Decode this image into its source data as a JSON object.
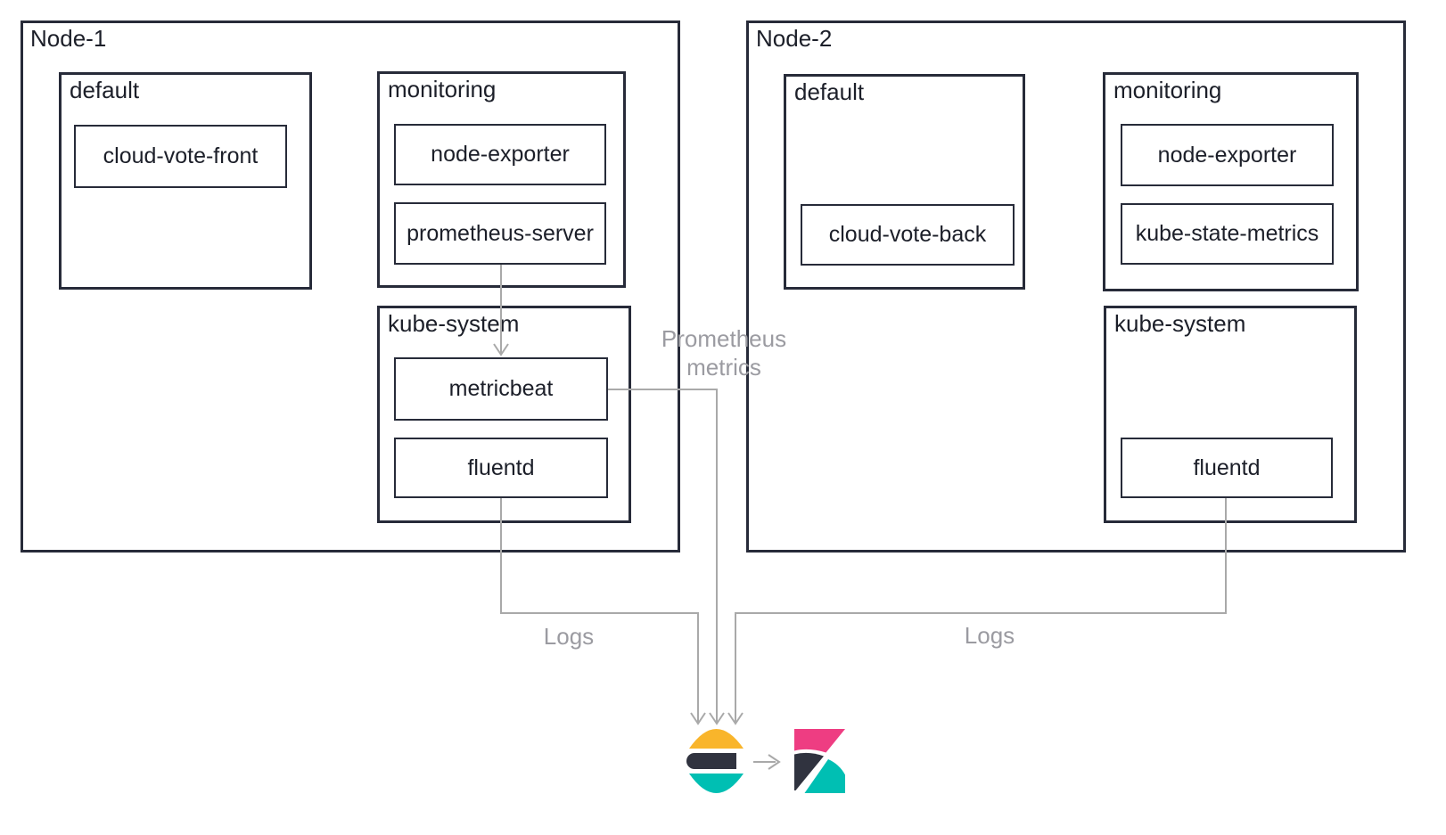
{
  "colors": {
    "elastic_yellow": "#F9B52B",
    "elastic_teal": "#00BFB3",
    "elastic_ink": "#30333F",
    "kibana_pink": "#EE3D82",
    "connector_gray": "#A9A9A9",
    "label_gray": "#9B9BA1",
    "border_ink": "#272B39",
    "text_ink": "#1C1F29",
    "background": "#FFFFFF"
  },
  "nodes": [
    {
      "label": "Node-1",
      "namespaces": [
        {
          "label": "default",
          "pods": [
            {
              "label": "cloud-vote-front"
            }
          ]
        },
        {
          "label": "monitoring",
          "pods": [
            {
              "label": "node-exporter"
            },
            {
              "label": "prometheus-server"
            }
          ]
        },
        {
          "label": "kube-system",
          "pods": [
            {
              "label": "metricbeat"
            },
            {
              "label": "fluentd"
            }
          ]
        }
      ]
    },
    {
      "label": "Node-2",
      "namespaces": [
        {
          "label": "default",
          "pods": [
            {
              "label": "cloud-vote-back"
            }
          ]
        },
        {
          "label": "monitoring",
          "pods": [
            {
              "label": "node-exporter"
            },
            {
              "label": "kube-state-metrics"
            }
          ]
        },
        {
          "label": "kube-system",
          "pods": [
            {
              "label": "fluentd"
            }
          ]
        }
      ]
    }
  ],
  "edge_labels": {
    "prometheus_metrics": "Prometheus\nmetrics",
    "logs_left": "Logs",
    "logs_right": "Logs"
  }
}
